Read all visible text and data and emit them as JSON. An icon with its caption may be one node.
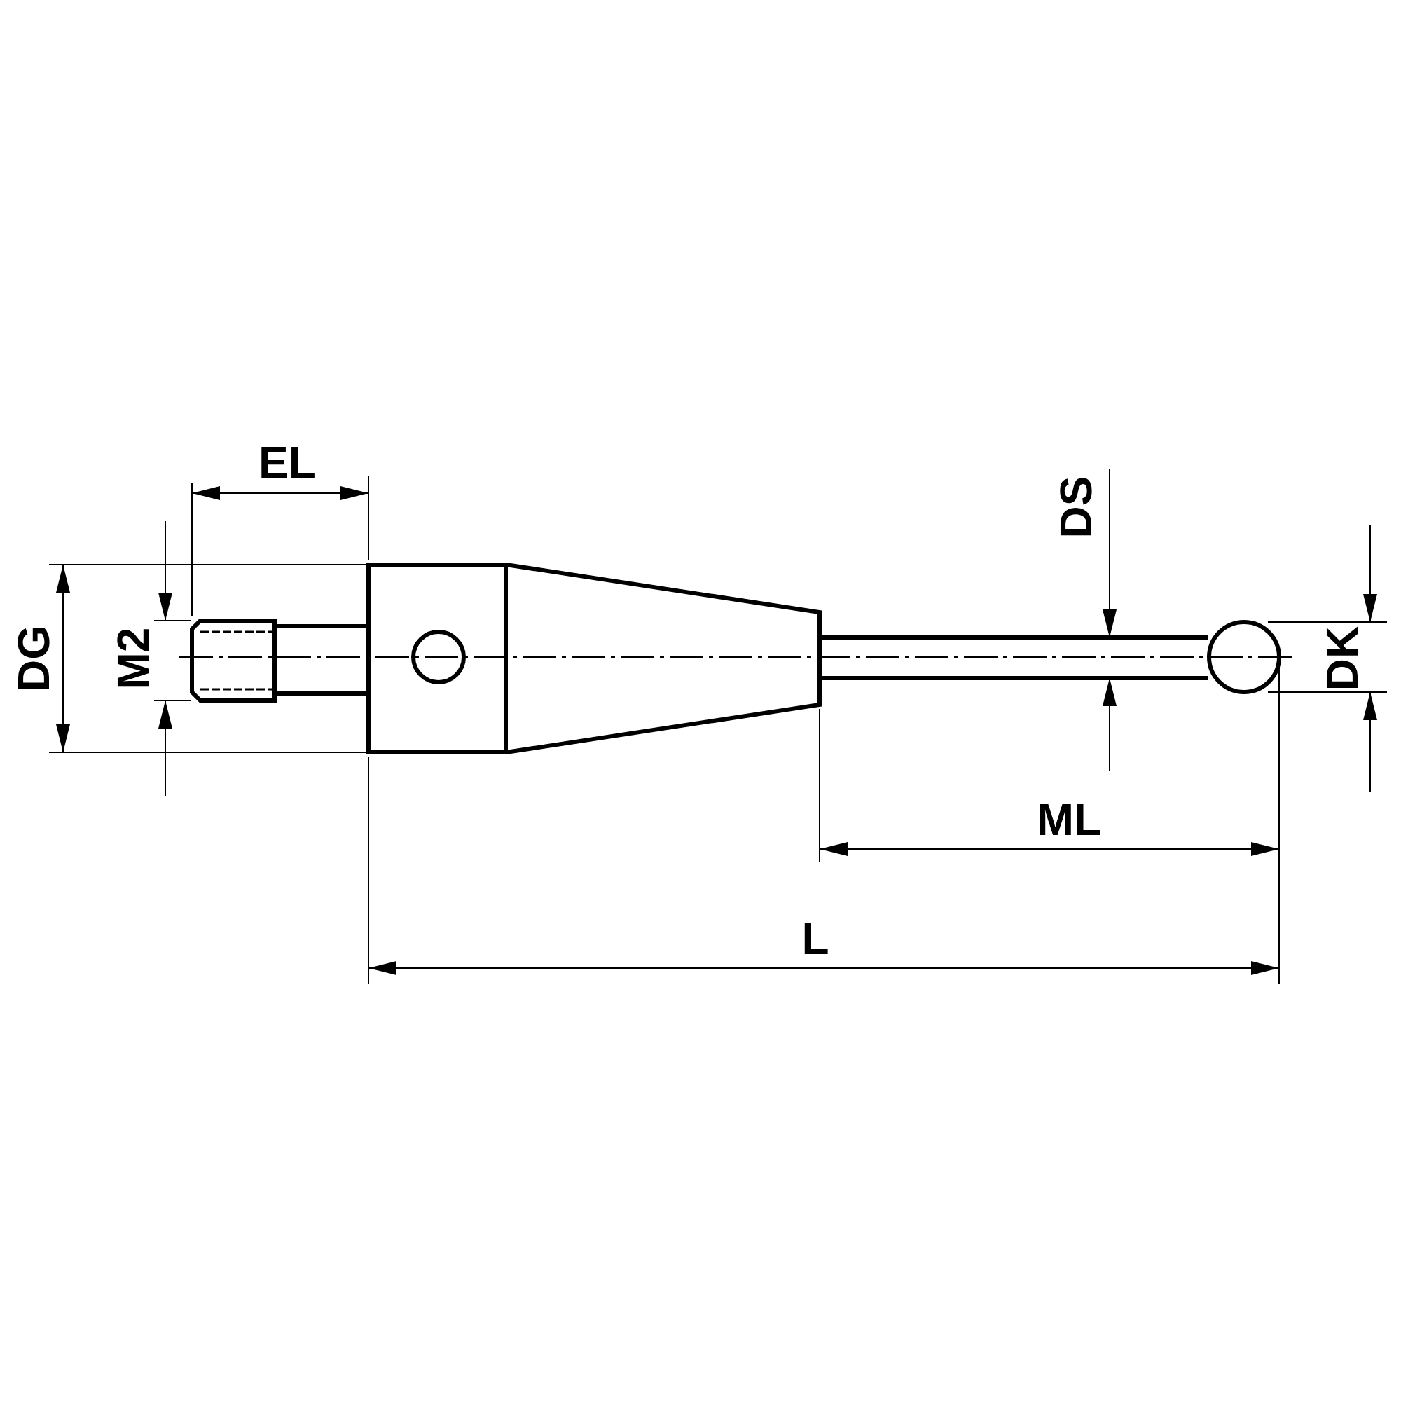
{
  "diagram": {
    "labels": [
      "EL",
      "DS",
      "DG",
      "M2",
      "DK",
      "ML",
      "L"
    ]
  }
}
